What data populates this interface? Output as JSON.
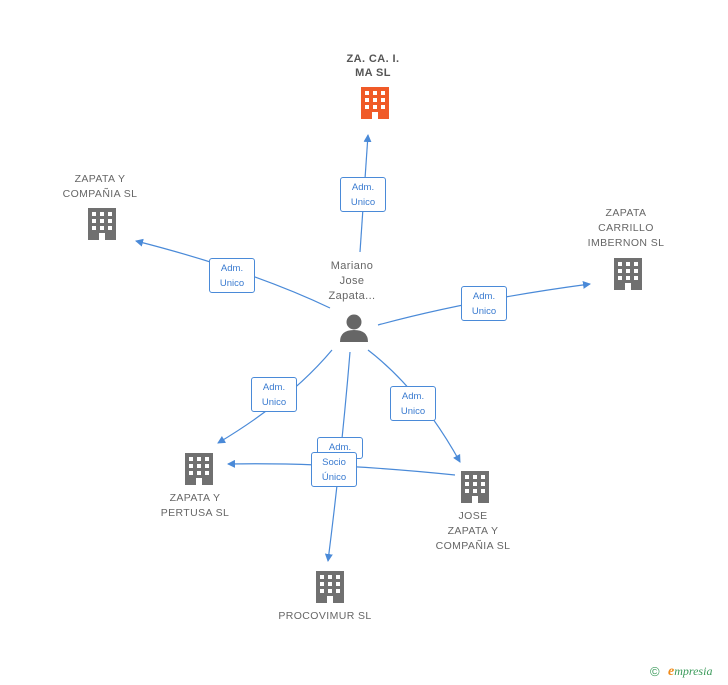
{
  "person": {
    "name_lines": [
      "Mariano",
      "Jose",
      "Zapata..."
    ]
  },
  "companies": {
    "zacacima": {
      "lines": [
        "ZA. CA. I.",
        "MA SL"
      ]
    },
    "zapata_compania": {
      "lines": [
        "ZAPATA Y",
        "COMPAÑIA SL"
      ]
    },
    "zapata_carrillo": {
      "lines": [
        "ZAPATA",
        "CARRILLO",
        "IMBERNON SL"
      ]
    },
    "zapata_pertusa": {
      "lines": [
        "ZAPATA Y",
        "PERTUSA SL"
      ]
    },
    "jose_zapata": {
      "lines": [
        "JOSE",
        "ZAPATA Y",
        "COMPAÑIA SL"
      ]
    },
    "procovimur": {
      "lines": [
        "PROCOVIMUR SL"
      ]
    }
  },
  "edges": {
    "to_zacacima": [
      "Adm.",
      "Unico"
    ],
    "to_zapata_compania": [
      "Adm.",
      "Unico"
    ],
    "to_zapata_carrillo": [
      "Adm.",
      "Unico"
    ],
    "to_zapata_pertusa": [
      "Adm.",
      "Unico"
    ],
    "to_jose_zapata": [
      "Adm.",
      "Unico"
    ],
    "to_procovimur_adm": [
      "Adm."
    ],
    "to_pertusa_socio": [
      "Socio",
      "Único"
    ]
  },
  "colors": {
    "edge": "#4a8ad8",
    "focus_company": "#f05a28",
    "company": "#707070",
    "person": "#666666"
  },
  "footer": {
    "copyright_symbol": "©",
    "brand_initial": "e",
    "brand_rest": "mpresia"
  }
}
